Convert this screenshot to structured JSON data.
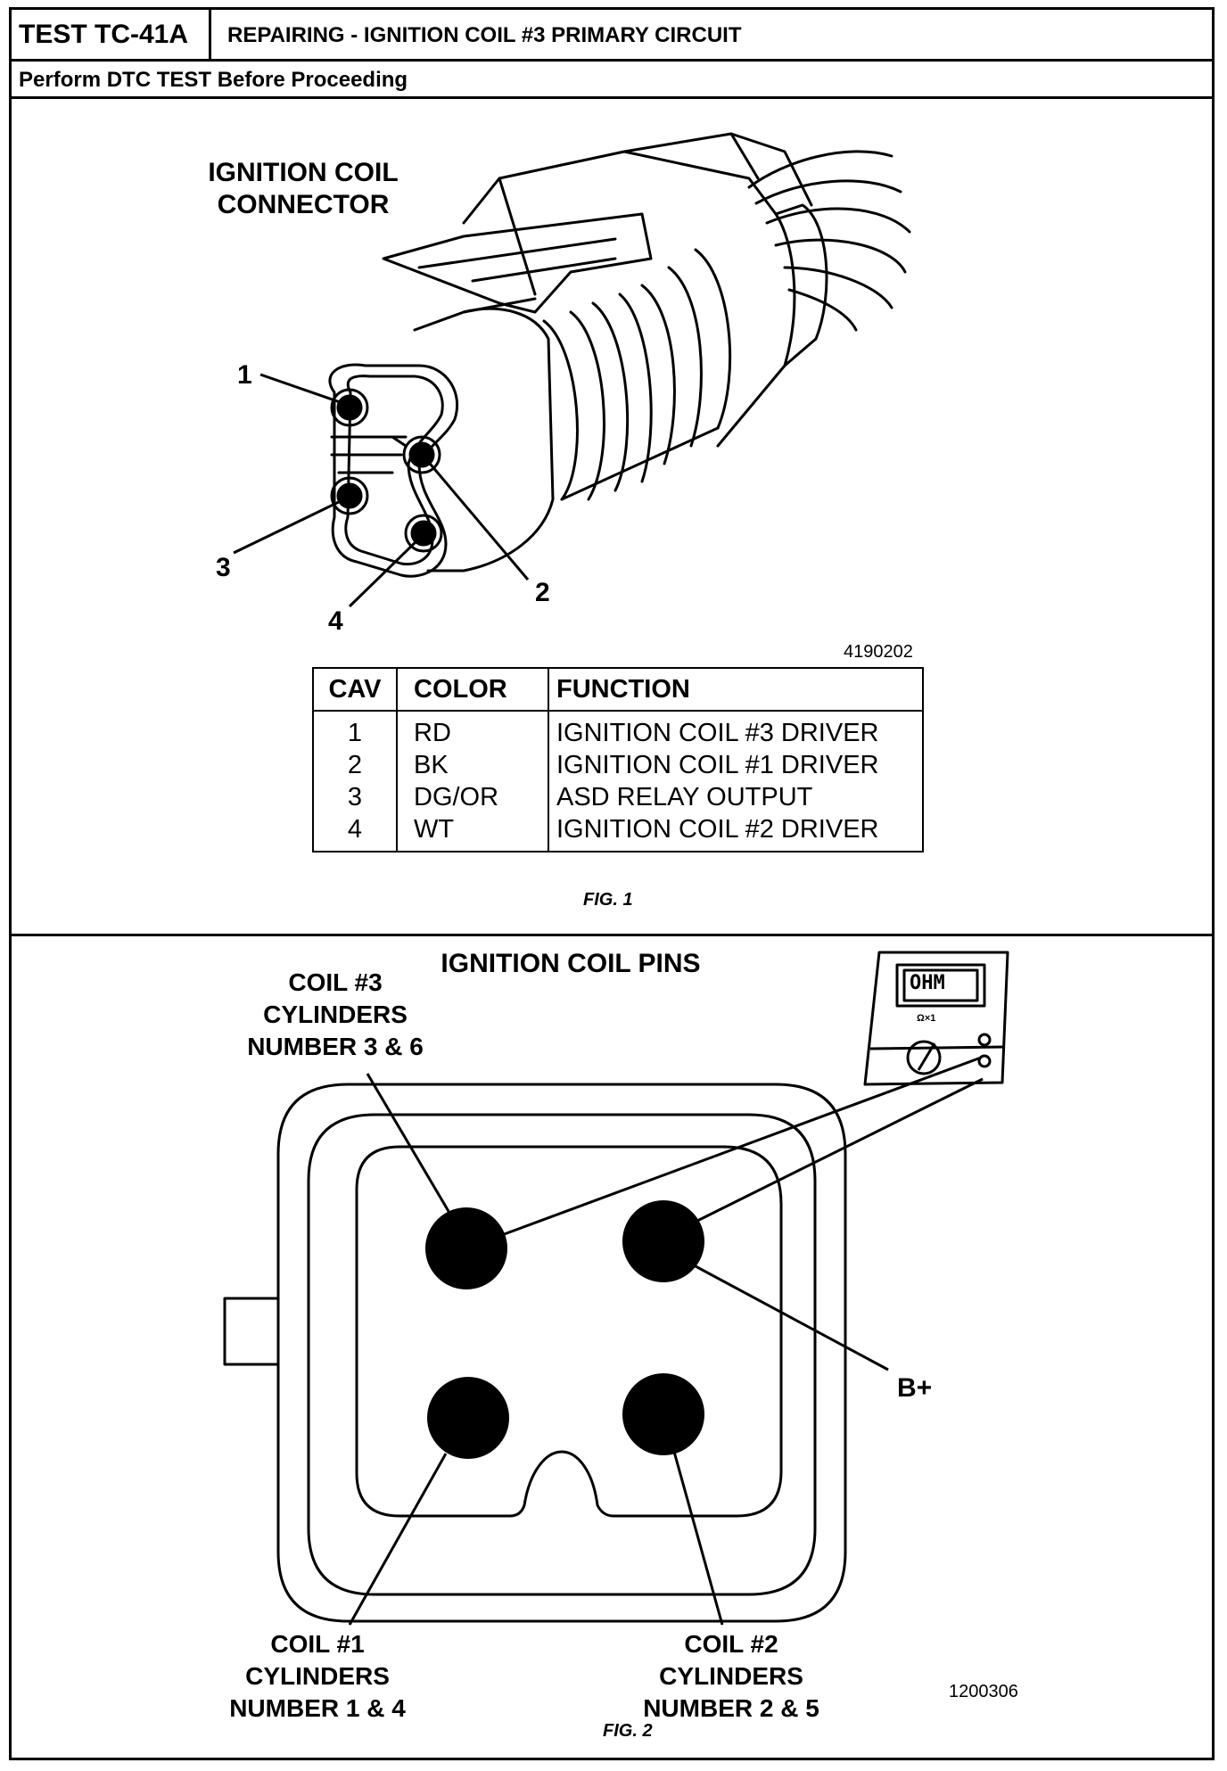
{
  "header": {
    "test_id": "TEST TC-41A",
    "title": "REPAIRING - IGNITION COIL #3 PRIMARY CIRCUIT",
    "subtitle": "Perform DTC TEST Before Proceeding"
  },
  "fig1": {
    "title_line1": "IGNITION COIL",
    "title_line2": "CONNECTOR",
    "cavity_labels": [
      "1",
      "2",
      "3",
      "4"
    ],
    "drawing_code": "4190202",
    "caption": "FIG. 1",
    "table": {
      "headers": [
        "CAV",
        "COLOR",
        "FUNCTION"
      ],
      "rows": [
        {
          "cav": "1",
          "color": "RD",
          "function": "IGNITION COIL #3 DRIVER"
        },
        {
          "cav": "2",
          "color": "BK",
          "function": "IGNITION COIL #1 DRIVER"
        },
        {
          "cav": "3",
          "color": "DG/OR",
          "function": "ASD RELAY OUTPUT"
        },
        {
          "cav": "4",
          "color": "WT",
          "function": "IGNITION COIL #2 DRIVER"
        }
      ]
    }
  },
  "fig2": {
    "title": "IGNITION COIL PINS",
    "coil3": [
      "COIL #3",
      "CYLINDERS",
      "NUMBER 3 & 6"
    ],
    "coil1": [
      "COIL #1",
      "CYLINDERS",
      "NUMBER 1 & 4"
    ],
    "coil2": [
      "COIL #2",
      "CYLINDERS",
      "NUMBER 2 & 5"
    ],
    "bplus": "B+",
    "meter_display": "OHM",
    "meter_range": "Ω×1",
    "drawing_code": "1200306",
    "caption": "FIG. 2"
  }
}
